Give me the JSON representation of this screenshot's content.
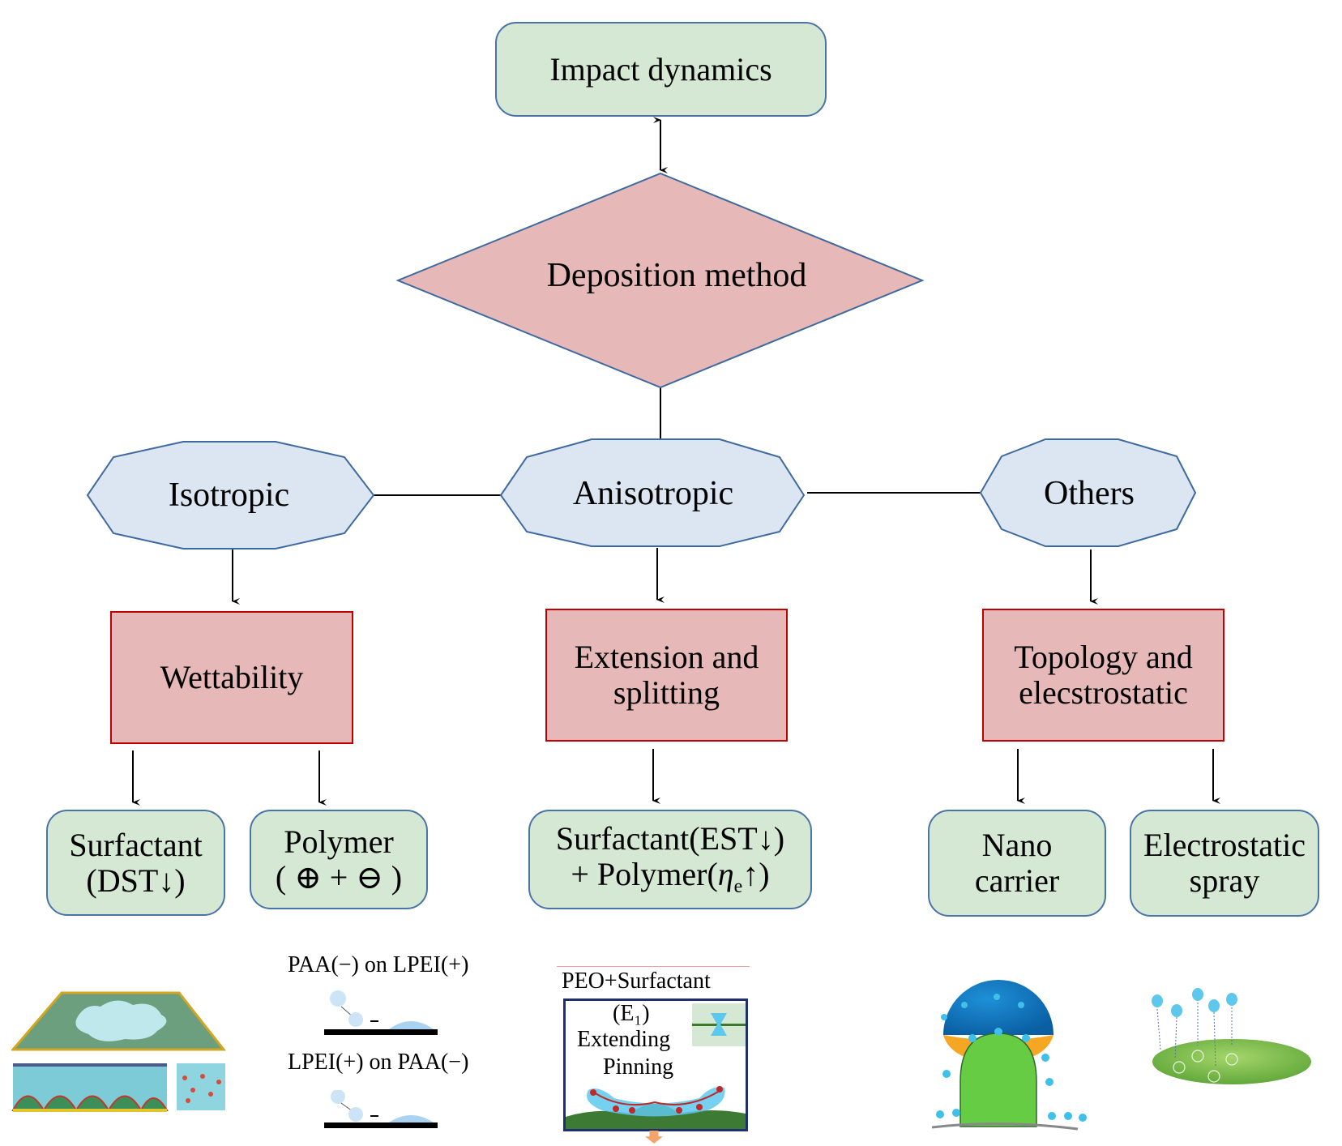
{
  "diagram": {
    "top": {
      "label": "Impact dynamics"
    },
    "decision": {
      "label": "Deposition method"
    },
    "categories": [
      {
        "label": "Isotropic"
      },
      {
        "label": "Anisotropic"
      },
      {
        "label": "Others"
      }
    ],
    "mechanisms": [
      {
        "line1": "Wettability",
        "line2": ""
      },
      {
        "line1": "Extension and",
        "line2": "splitting"
      },
      {
        "line1": "Topology and",
        "line2": "elecstrostatic"
      }
    ],
    "methods": [
      {
        "line1": "Surfactant",
        "line2": "(DST↓)"
      },
      {
        "line1": "Polymer",
        "line2": "( ⊕  +  ⊖ )"
      },
      {
        "line1": "Surfactant(EST↓)",
        "line2_pre": "+ Polymer(",
        "eta": "η",
        "sub": "e",
        "line2_post": "↑)"
      },
      {
        "line1": "Nano",
        "line2": "carrier"
      },
      {
        "line1": "Electrostatic",
        "line2": "spray"
      }
    ],
    "illustrations": {
      "polymer_top_caption": "PAA(−) on LPEI(+)",
      "polymer_bottom_caption": "LPEI(+) on PAA(−)",
      "anisotropic_title": "PEO+Surfactant",
      "anisotropic_inner": {
        "line1": "(E₁)",
        "line2": "Extending",
        "line3": "Pinning"
      }
    },
    "colors": {
      "green_fill": "#d5e8d4",
      "red_fill": "#e6b8b7",
      "blue_fill": "#dce6f2",
      "outline_blue": "#4a73a8",
      "outline_red": "#c00000"
    }
  }
}
